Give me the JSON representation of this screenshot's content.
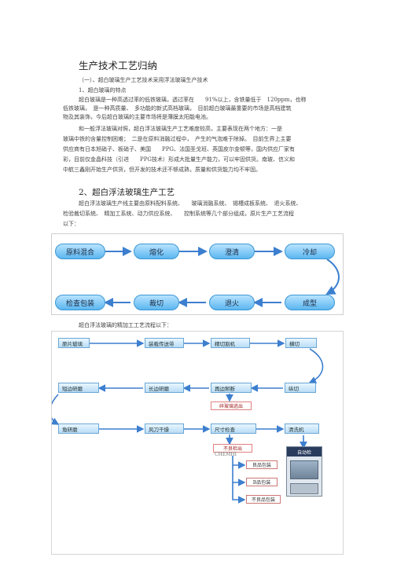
{
  "doc": {
    "title": "生产技术工艺归纳",
    "section1": "（一）、超白玻璃生产工艺技术采用浮法玻璃生产技术",
    "sub1": "1、超白玻璃的特点",
    "p1_l1": "超白玻璃是一种高透过率的低铁玻璃，透过率在　　91%以上，含铁量低于　120ppm，也称",
    "p1_l2": "低铁玻璃，　是一种高质量、　多功能的新式高档玻璃，　目前超白玻璃最重要的市场是高档建筑",
    "p1_l3": "物及其装饰，今后超白玻璃的主要市场将是薄膜太阳能电池。",
    "p2_l1": "和一般浮法玻璃对照，超白浮法玻璃生产工艺难度较高，主要表现在两个地方：一是",
    "p2_l2": "玻璃中铁的含量控制困难；　二是在原料消融过程中，　产生的气泡难于除掉。　目前生界上主要",
    "p2_l3": "供应商有日本旭硝子、板硝子、美国　　PPG、法国圣戈班、英国皮尔金顿等，国内供应厂家有",
    "p2_l4": "彩，目前仅金晶科技（引进　　PPG技术）形成大批量生产能力，可以牢固供货。南玻、信义和",
    "p2_l5": "中航三鑫刚开始生产供货，但开发的技术还不够成熟，质量和供货能力均不牢固。",
    "h2": "2、超白浮法玻璃生产工艺",
    "p3_l1": "超白浮法玻璃生产线主要由原料配料系统、　　玻璃消融系统、　锡槽成板系统、　退火系统、",
    "p3_l2": "检验裁切系统、　精加工系统、动力供应系统、　　控制系统等几个部分组成，原片生产工艺流程",
    "p3_l3": "以下：",
    "p4": "超白浮法玻璃的精加工工艺流程以下："
  },
  "flow1": {
    "row1": [
      "原料混合",
      "熔化",
      "澄清",
      "冷却"
    ],
    "row2": [
      "检查包装",
      "裁切",
      "退火",
      "成型"
    ]
  },
  "flow2": {
    "row1": [
      "原片玻璃",
      "装载传送带",
      "精切割机",
      "横切"
    ],
    "row2": [
      "短边研磨",
      "长边研磨",
      "再边掰断",
      "纵切"
    ],
    "row3": [
      "角研磨",
      "风刀干燥",
      "尺寸检查",
      "清洗机"
    ],
    "reject1": "碎玻璃逃出",
    "reject2": "不良检出",
    "overlay": "CHEMHI",
    "products": [
      "良品包装",
      "B品包装",
      "不良品包装"
    ],
    "machine": "自动检"
  }
}
